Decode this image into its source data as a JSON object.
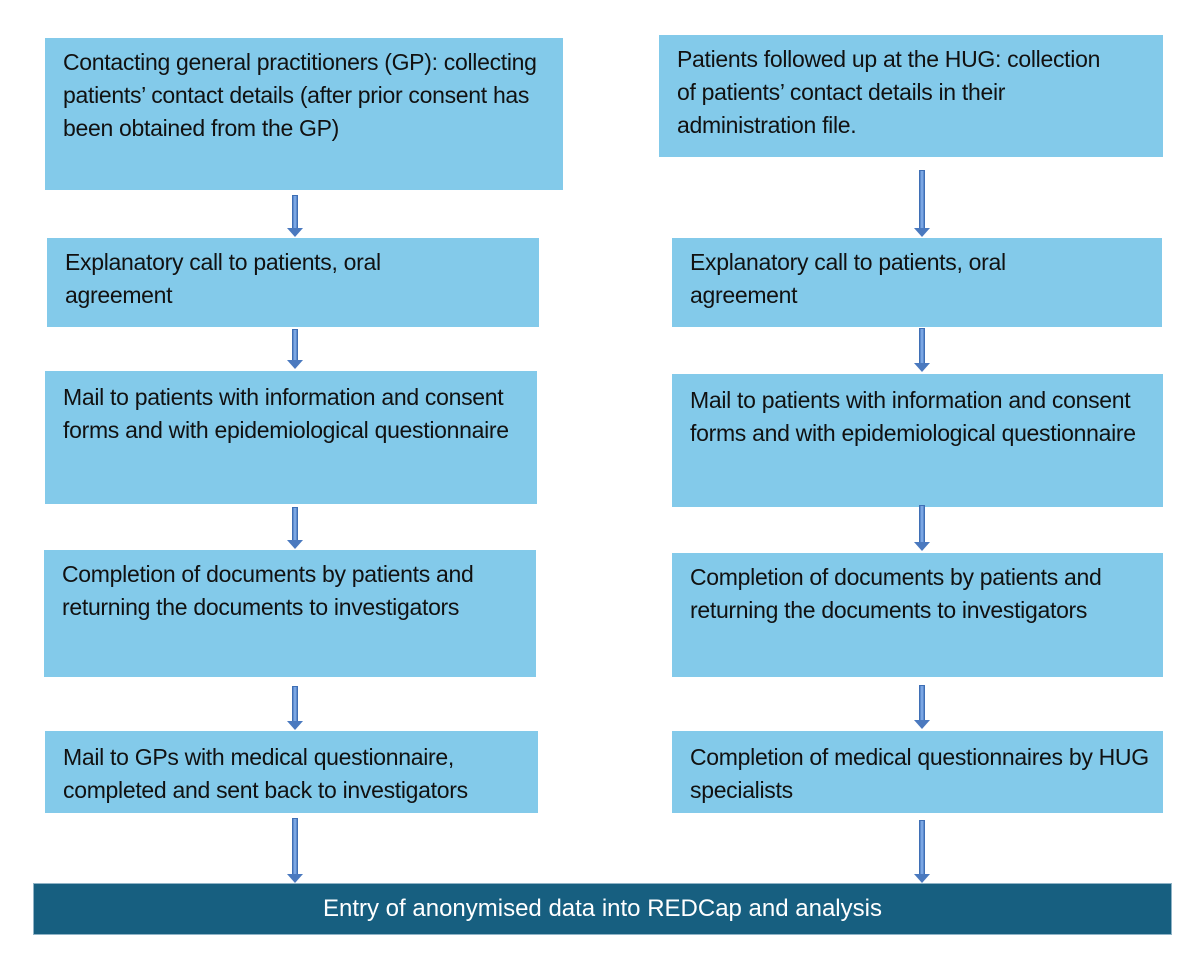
{
  "left_column": {
    "steps": [
      "Contacting general practitioners (GP): collecting patients’ contact details (after prior consent has been obtained from the GP)",
      "Explanatory call to patients, oral agreement",
      "Mail to patients with information and consent forms and with epidemiological questionnaire",
      "Completion of documents by patients and returning the documents to investigators",
      "Mail to GPs with medical questionnaire, completed and sent back to investigators"
    ]
  },
  "right_column": {
    "steps": [
      "Patients followed up at the HUG: collection of patients’ contact details in their administration file.",
      "Explanatory call to patients, oral agreement",
      "Mail to patients with information and consent forms and with epidemiological questionnaire",
      "Completion of documents by patients and returning the documents to investigators",
      "Completion of medical questionnaires by HUG specialists"
    ]
  },
  "final_step": "Entry of anonymised data into REDCap and analysis",
  "colors": {
    "box": "#83caea",
    "final": "#175f80",
    "arrow": "#4a79bf"
  }
}
